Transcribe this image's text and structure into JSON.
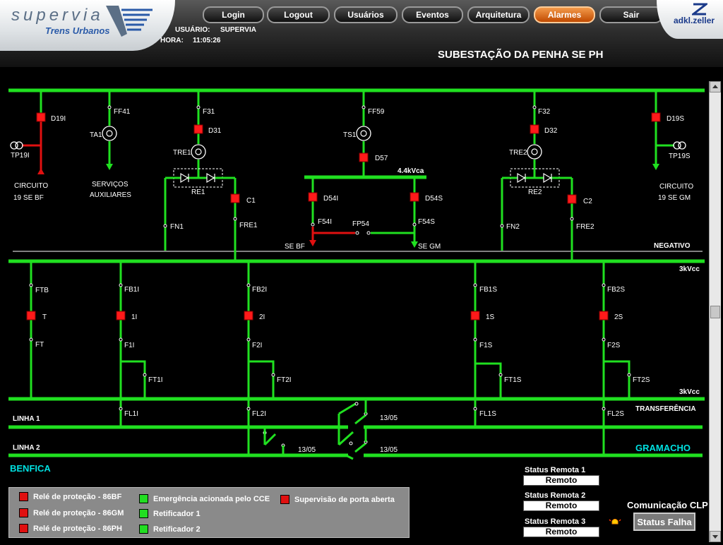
{
  "header": {
    "brand": "supervia",
    "brand_sub": "Trens Urbanos",
    "partner": "adkl.zeller",
    "user_label": "USUÁRIO:",
    "user_value": "SUPERVIA",
    "time_label": "HORA:",
    "time_value": "11:05:26",
    "page_title": "SUBESTAÇÃO DA PENHA SE PH"
  },
  "nav": [
    {
      "label": "Login"
    },
    {
      "label": "Logout"
    },
    {
      "label": "Usuários"
    },
    {
      "label": "Eventos"
    },
    {
      "label": "Arquitetura"
    },
    {
      "label": "Alarmes",
      "active": true
    },
    {
      "label": "Sair"
    }
  ],
  "colors": {
    "line": "#20e020",
    "breaker": "#ff1a1a",
    "alarm_line": "#e01010",
    "accent": "#e67a1e",
    "status_green": "#22dd22",
    "label_cyan": "#00e0e0"
  },
  "diagram": {
    "top_feeders": {
      "d19i": "D19I",
      "tp19i": "TP19I",
      "circ_left_1": "CIRCUITO",
      "circ_left_2": "19  SE  BF",
      "ff41": "FF41",
      "ta1": "TA1",
      "serv1": "SERVIÇOS",
      "serv2": "AUXILIARES",
      "f31": "F31",
      "d31": "D31",
      "tre1": "TRE1",
      "re1": "RE1",
      "c1": "C1",
      "fn1": "FN1",
      "fre1": "FRE1",
      "ff59": "FF59",
      "ts1": "TS1",
      "d57": "D57",
      "kv44": "4.4kVca",
      "d54i": "D54I",
      "d54s": "D54S",
      "f54i": "F54I",
      "fp54": "FP54",
      "f54s": "F54S",
      "se_bf": "SE  BF",
      "se_gm": "SE  GM",
      "f32": "F32",
      "d32": "D32",
      "tre2": "TRE2",
      "re2": "RE2",
      "c2": "C2",
      "fn2": "FN2",
      "fre2": "FRE2",
      "d19s": "D19S",
      "tp19s": "TP19S",
      "circ_right_1": "CIRCUITO",
      "circ_right_2": "19  SE  GM"
    },
    "bus_labels": {
      "negativo": "NEGATIVO",
      "kvcc_top": "3kVcc",
      "kvcc_bottom": "3kVcc",
      "transferencia": "TRANSFERÊNCIA"
    },
    "bottom_feeders": [
      {
        "top": "FTB",
        "breaker": "T",
        "bottom": "FT",
        "ft": "",
        "fl": ""
      },
      {
        "top": "FB1I",
        "breaker": "1I",
        "bottom": "F1I",
        "ft": "FT1I",
        "fl": "FL1I"
      },
      {
        "top": "FB2I",
        "breaker": "2I",
        "bottom": "F2I",
        "ft": "FT2I",
        "fl": "FL2I"
      },
      {
        "top": "FB1S",
        "breaker": "1S",
        "bottom": "F1S",
        "ft": "FT1S",
        "fl": "FL1S"
      },
      {
        "top": "FB2S",
        "breaker": "2S",
        "bottom": "F2S",
        "ft": "FT2S",
        "fl": "FL2S"
      }
    ],
    "lines": {
      "linha1": "LINHA 1",
      "linha2": "LINHA 2",
      "benfica": "BENFICA",
      "gramacho": "GRAMACHO",
      "sw1": "13/05",
      "sw2": "13/05",
      "sw3": "13/05"
    }
  },
  "legend": [
    {
      "label": "Relé de proteção - 86BF",
      "color": "#e01010"
    },
    {
      "label": "Relé de proteção - 86GM",
      "color": "#e01010"
    },
    {
      "label": "Relé de proteção - 86PH",
      "color": "#e01010"
    },
    {
      "label": "Emergência acionada pelo CCE",
      "color": "#22dd22"
    },
    {
      "label": "Retificador 1",
      "color": "#22dd22"
    },
    {
      "label": "Retificador 2",
      "color": "#22dd22"
    },
    {
      "label": "Supervisão de porta aberta",
      "color": "#e01010"
    }
  ],
  "status_remotes": [
    {
      "title": "Status Remota 1",
      "value": "Remoto"
    },
    {
      "title": "Status Remota 2",
      "value": "Remoto"
    },
    {
      "title": "Status Remota 3",
      "value": "Remoto"
    }
  ],
  "clp": {
    "title": "Comunicação CLP",
    "button": "Status Falha",
    "icon": "alarm-bell-icon"
  }
}
